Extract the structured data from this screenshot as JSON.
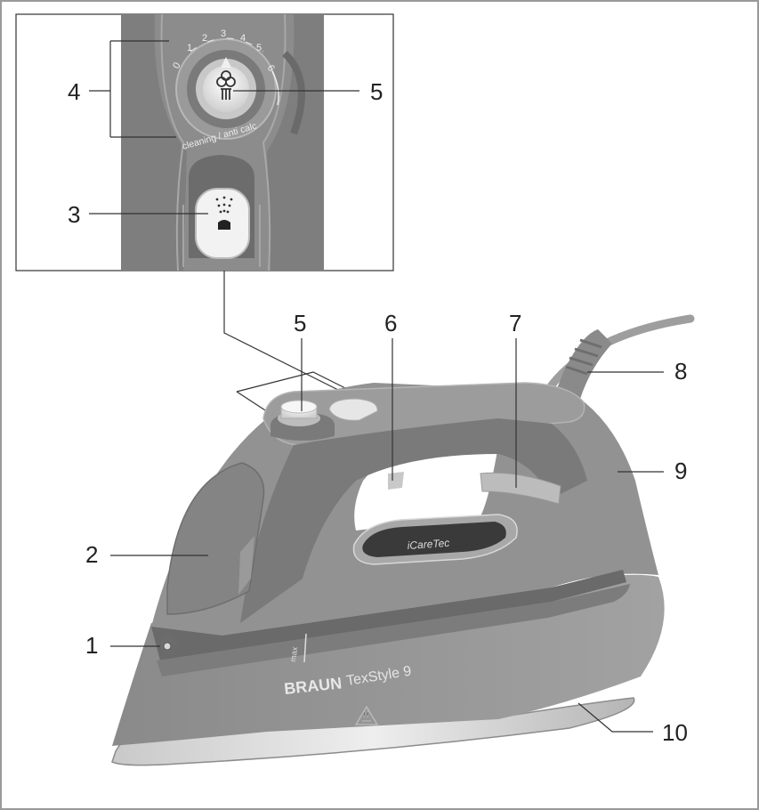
{
  "diagram": {
    "callouts": {
      "c1": "1",
      "c2": "2",
      "c3": "3",
      "c4": "4",
      "c5_inset": "5",
      "c5": "5",
      "c6": "6",
      "c7": "7",
      "c8": "8",
      "c9": "9",
      "c10": "10"
    },
    "dial_scale": [
      "0",
      "1",
      "2",
      "3",
      "4",
      "5",
      "6"
    ],
    "dial_caption": "cleaning / anti calc",
    "brand": "BRAUN",
    "model": "TexStyle 9",
    "soleplate_badge": "iCareTec",
    "water_max": "max"
  }
}
